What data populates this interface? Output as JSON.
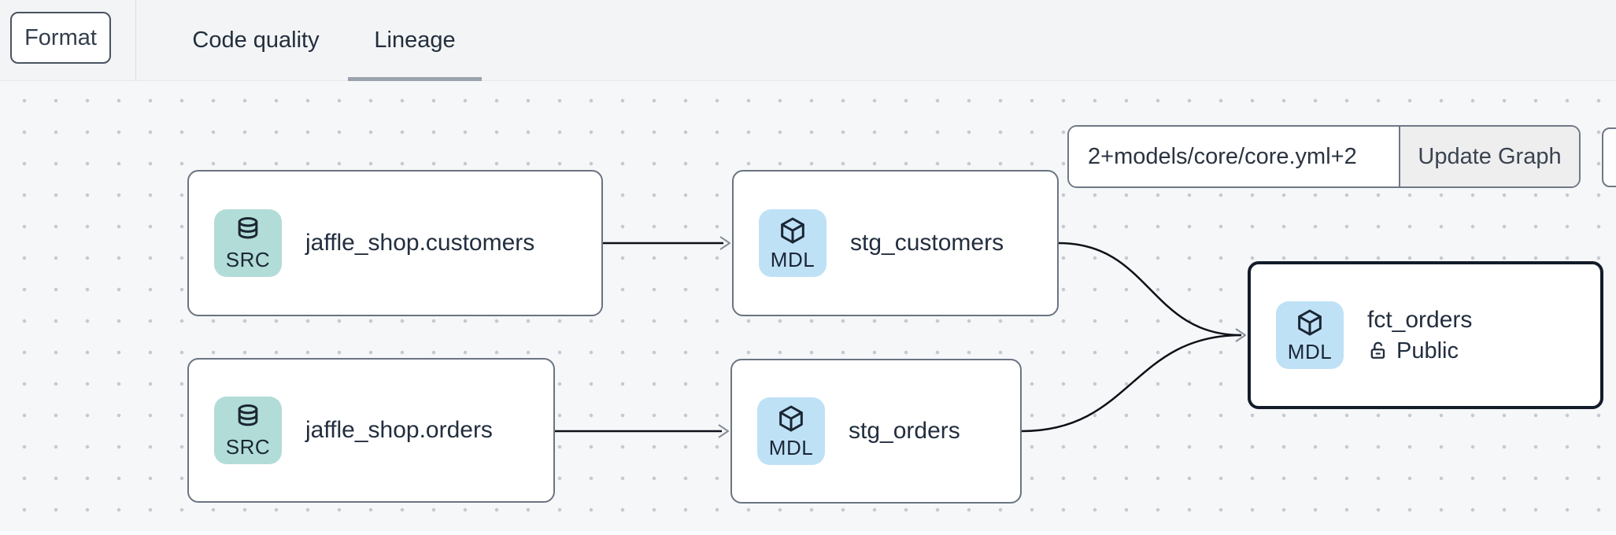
{
  "header": {
    "format_button": "Format",
    "tabs": [
      {
        "label": "Code quality",
        "active": false
      },
      {
        "label": "Lineage",
        "active": true
      }
    ]
  },
  "toolbar": {
    "selector_value": "2+models/core/core.yml+2",
    "update_button": "Update Graph"
  },
  "nodes": [
    {
      "id": "source-jaffle-shop-customers",
      "badge": "SRC",
      "label": "jaffle_shop.customers",
      "type": "source"
    },
    {
      "id": "model-stg-customers",
      "badge": "MDL",
      "label": "stg_customers",
      "type": "model"
    },
    {
      "id": "source-jaffle-shop-orders",
      "badge": "SRC",
      "label": "jaffle_shop.orders",
      "type": "source"
    },
    {
      "id": "model-stg-orders",
      "badge": "MDL",
      "label": "stg_orders",
      "type": "model"
    },
    {
      "id": "model-fct-orders",
      "badge": "MDL",
      "label": "fct_orders",
      "type": "model",
      "access": "Public",
      "selected": true
    }
  ],
  "edges": [
    {
      "from": "source-jaffle-shop-customers",
      "to": "model-stg-customers"
    },
    {
      "from": "source-jaffle-shop-orders",
      "to": "model-stg-orders"
    },
    {
      "from": "model-stg-customers",
      "to": "model-fct-orders"
    },
    {
      "from": "model-stg-orders",
      "to": "model-fct-orders"
    }
  ],
  "colors": {
    "source_badge_bg": "#b2dcd7",
    "model_badge_bg": "#bfe1f6",
    "node_border": "#6a7482",
    "selected_node_border": "#141c2a",
    "edge_line": "#0d1117",
    "edge_arrow": "#878e99",
    "canvas_bg": "#f6f7f9",
    "canvas_dot": "#c6c9cf",
    "header_bg": "#f3f4f5",
    "active_tab_underline": "#9aa2ad"
  }
}
